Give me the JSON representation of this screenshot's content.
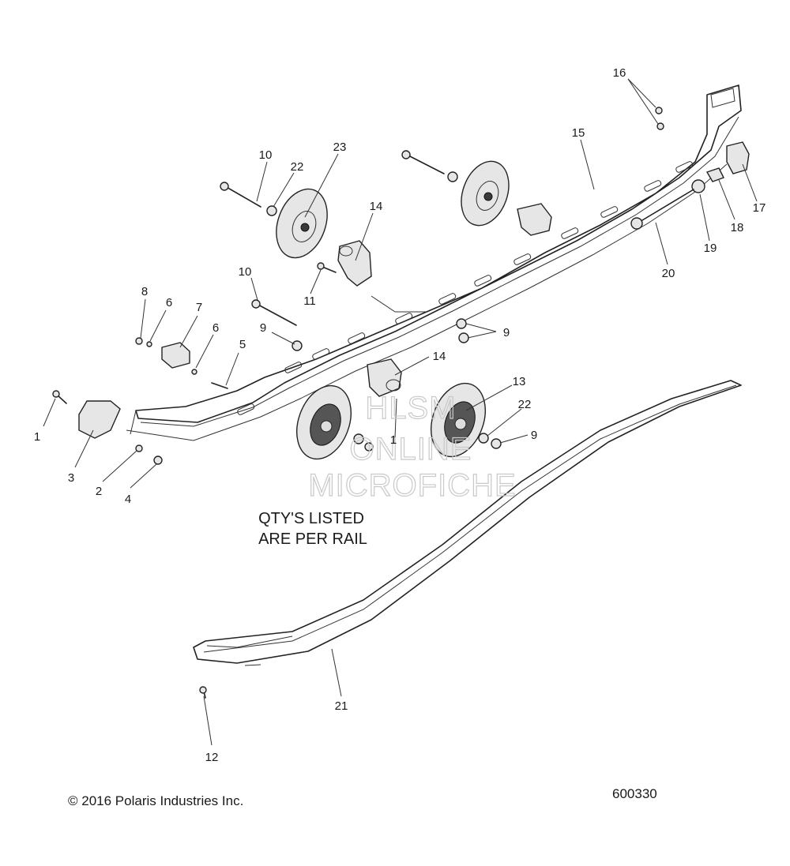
{
  "diagram": {
    "callouts": [
      "1",
      "2",
      "3",
      "4",
      "6",
      "8",
      "7",
      "6",
      "5",
      "9",
      "10",
      "11",
      "10",
      "22",
      "23",
      "14",
      "9",
      "14",
      "13",
      "22",
      "9",
      "1",
      "12",
      "21",
      "15",
      "16",
      "17",
      "18",
      "19",
      "20"
    ],
    "note_lines": [
      "QTY'S LISTED",
      "ARE PER RAIL"
    ],
    "watermark_lines": [
      "HLSM",
      "ONLINE",
      "MICROFICHE"
    ],
    "copyright": "© 2016 Polaris Industries Inc.",
    "figure_id": "600330"
  }
}
